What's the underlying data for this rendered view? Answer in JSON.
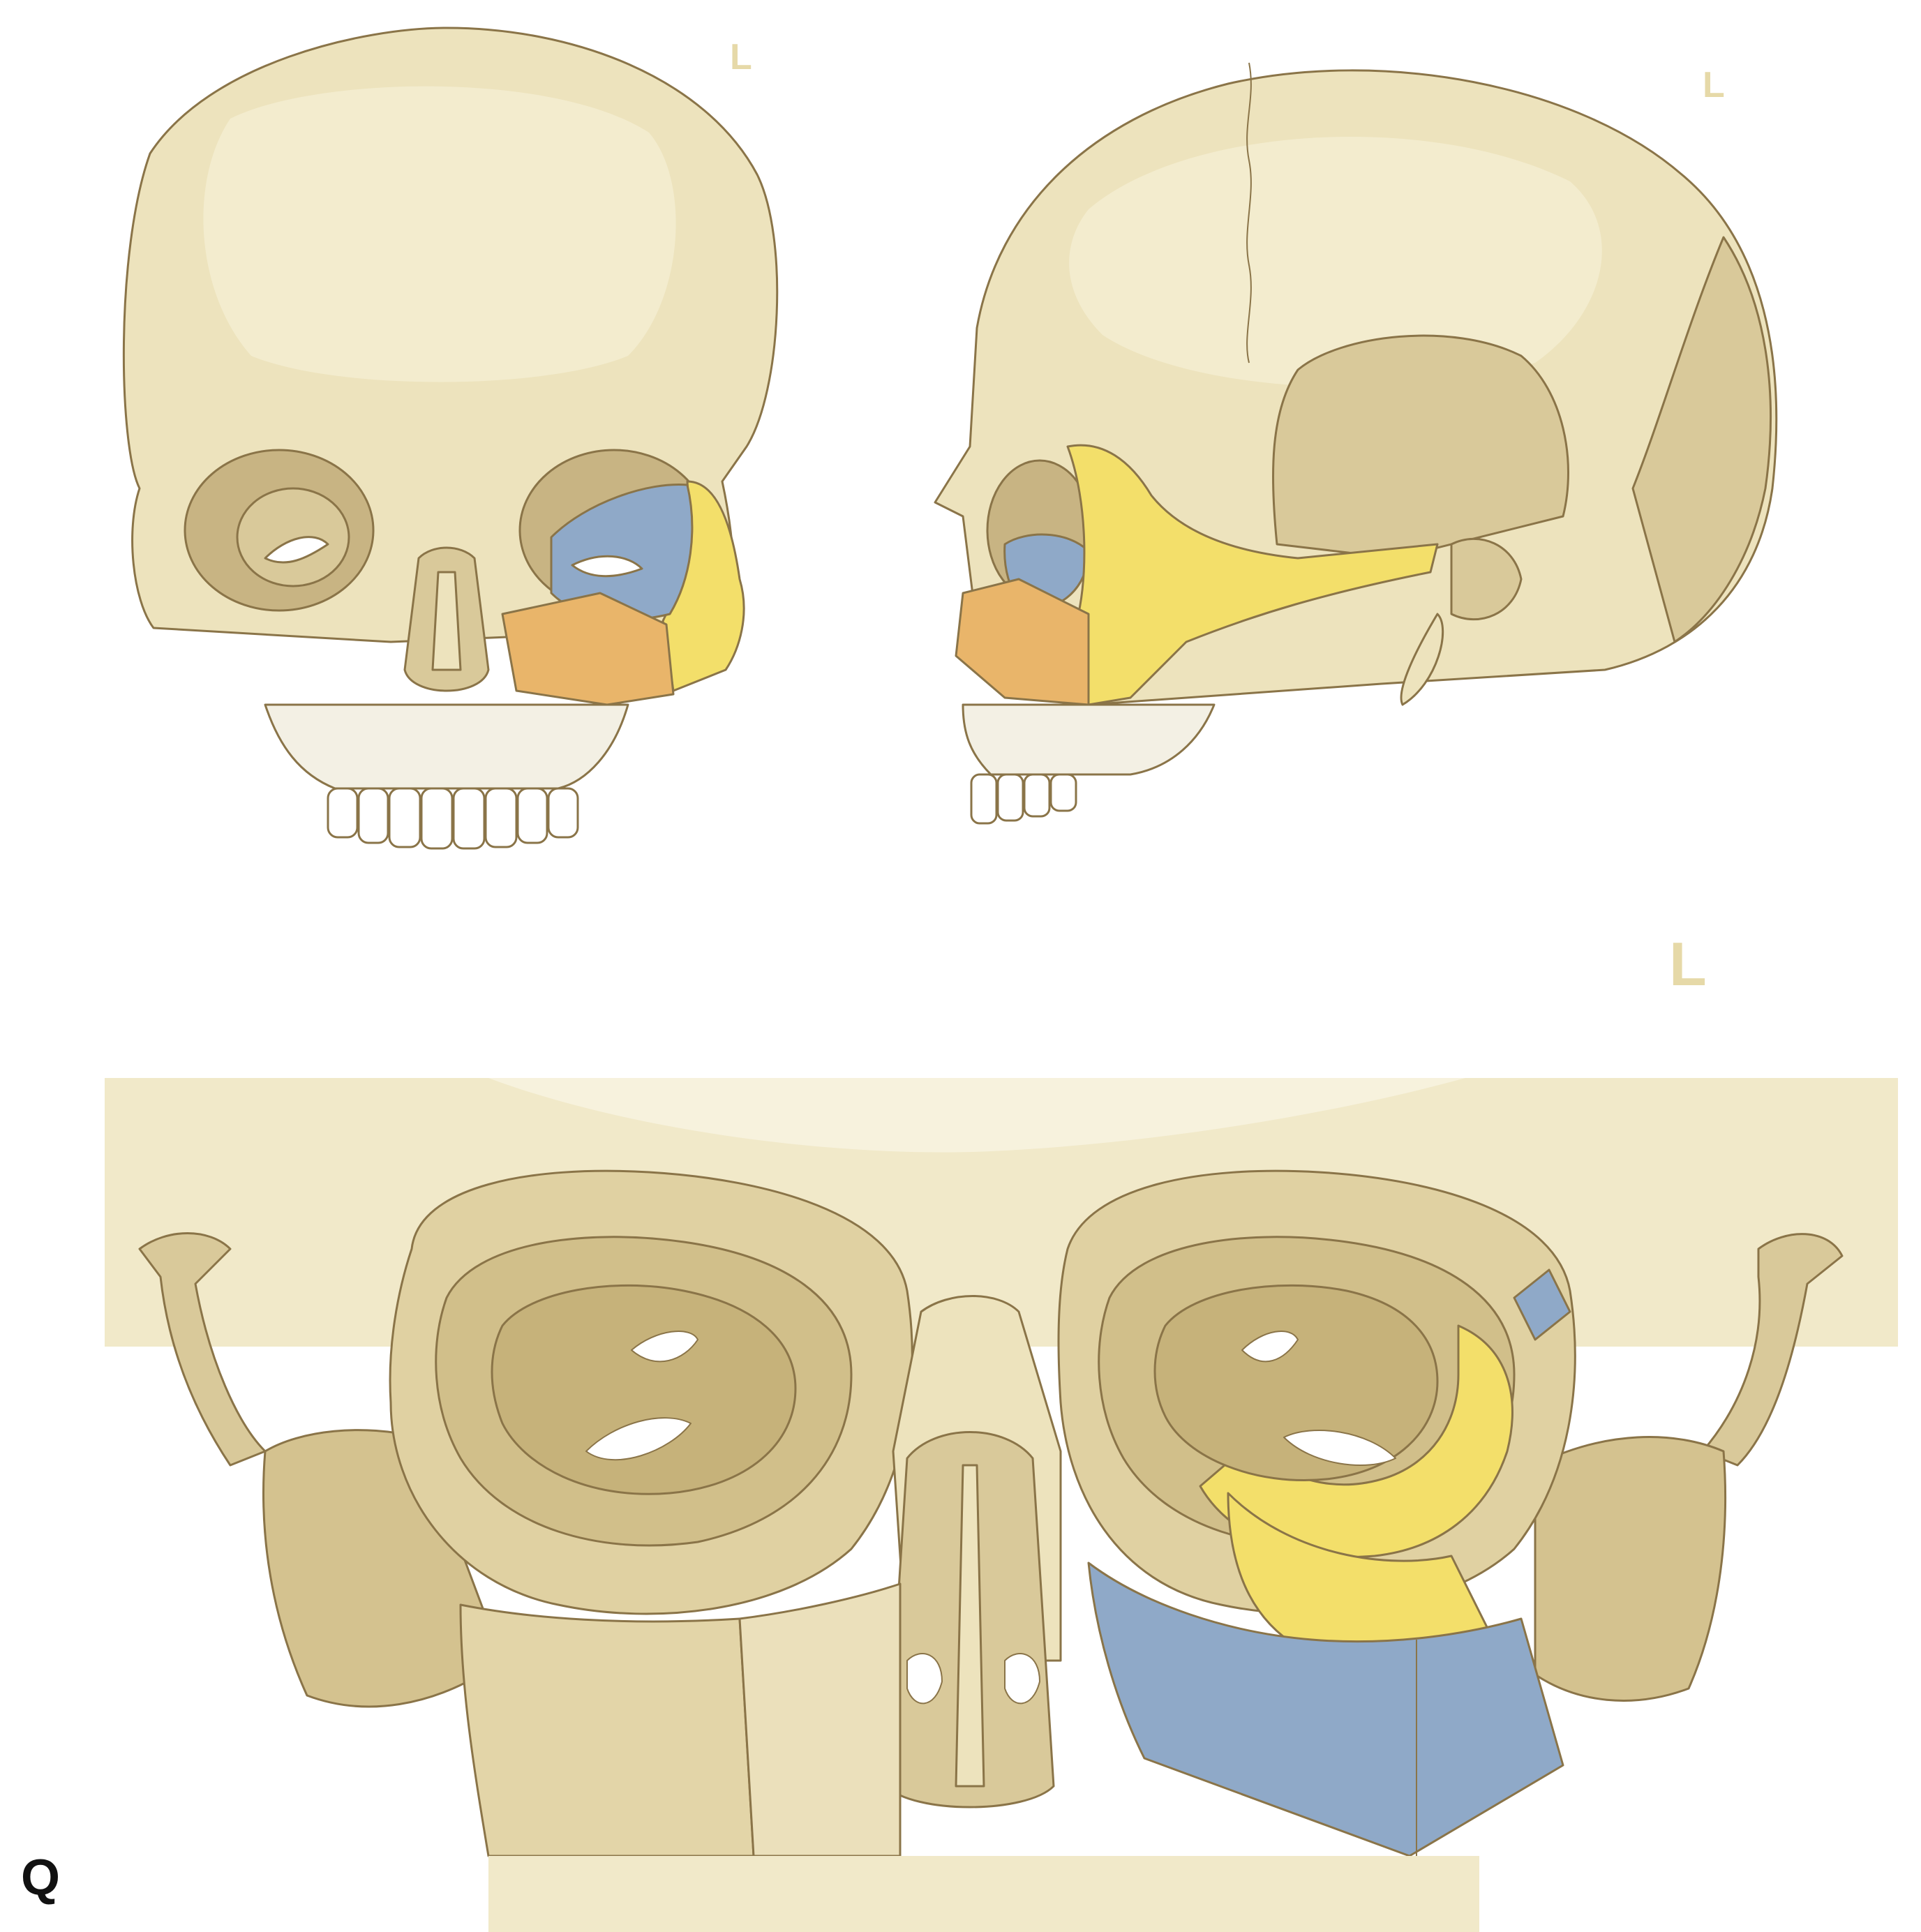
{
  "labels": {
    "front_side": "L",
    "lateral_side": "L",
    "orbit_side": "L",
    "panel": "Q"
  },
  "colors": {
    "bone": "#ede3bd",
    "bone_shade": "#d9c99a",
    "bone_dark": "#c8b483",
    "outline": "#8a7448",
    "highlight_yellow": "#f3df6a",
    "highlight_orange": "#e9b56a",
    "highlight_blue": "#8fa9c8",
    "teeth": "#ffffff",
    "label_gray": "#e6d9a8"
  }
}
